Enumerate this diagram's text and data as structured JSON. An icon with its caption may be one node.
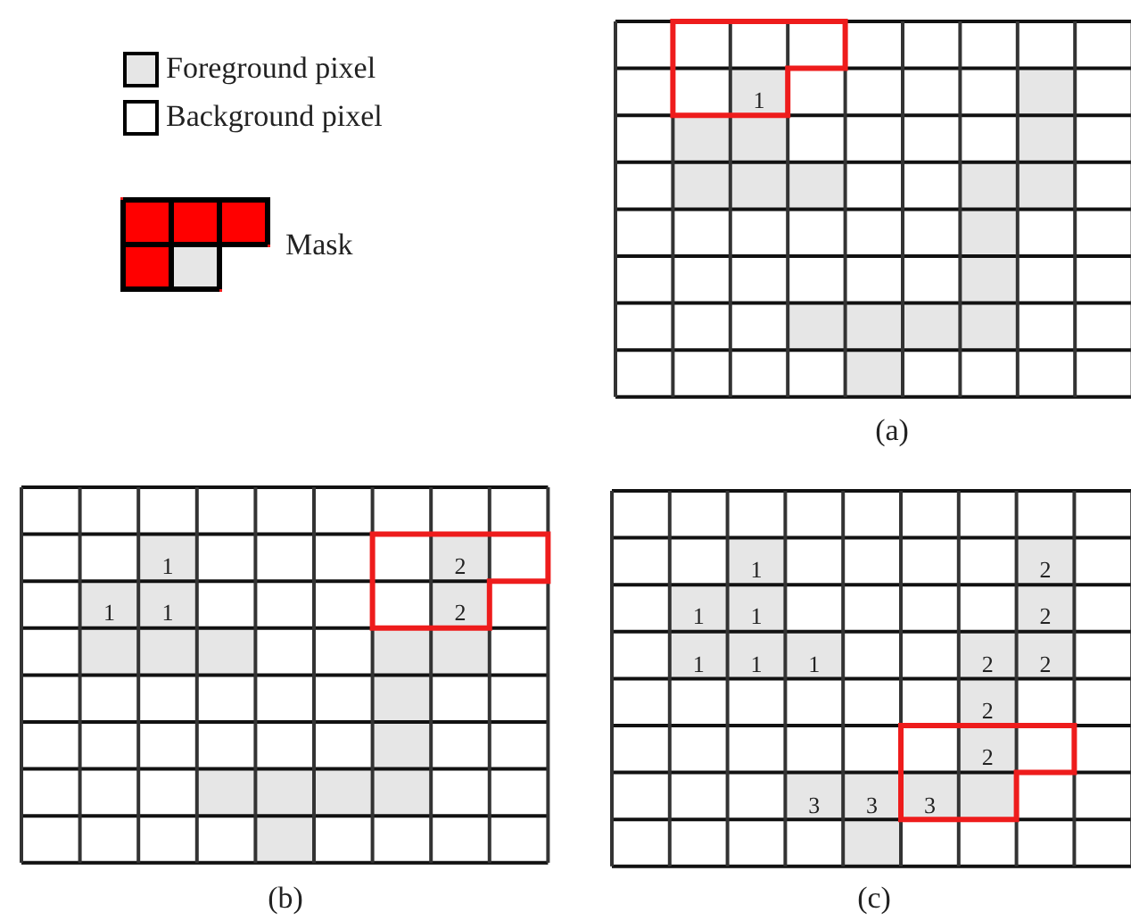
{
  "diagram": {
    "labels": [
      "1",
      "(a)",
      "1",
      "2",
      "1",
      "1",
      "2",
      "(b)",
      "1",
      "2",
      "1",
      "1",
      "2",
      "1",
      "1",
      "1",
      "2",
      "2",
      "2",
      "2",
      "3",
      "3",
      "3",
      "(c)"
    ],
    "legend": [
      {
        "text": "Foreground pixel",
        "color": "#e6e6e6"
      },
      {
        "text": "Background pixel",
        "color": "#ffffff"
      },
      {
        "text": "Mask"
      }
    ]
  }
}
